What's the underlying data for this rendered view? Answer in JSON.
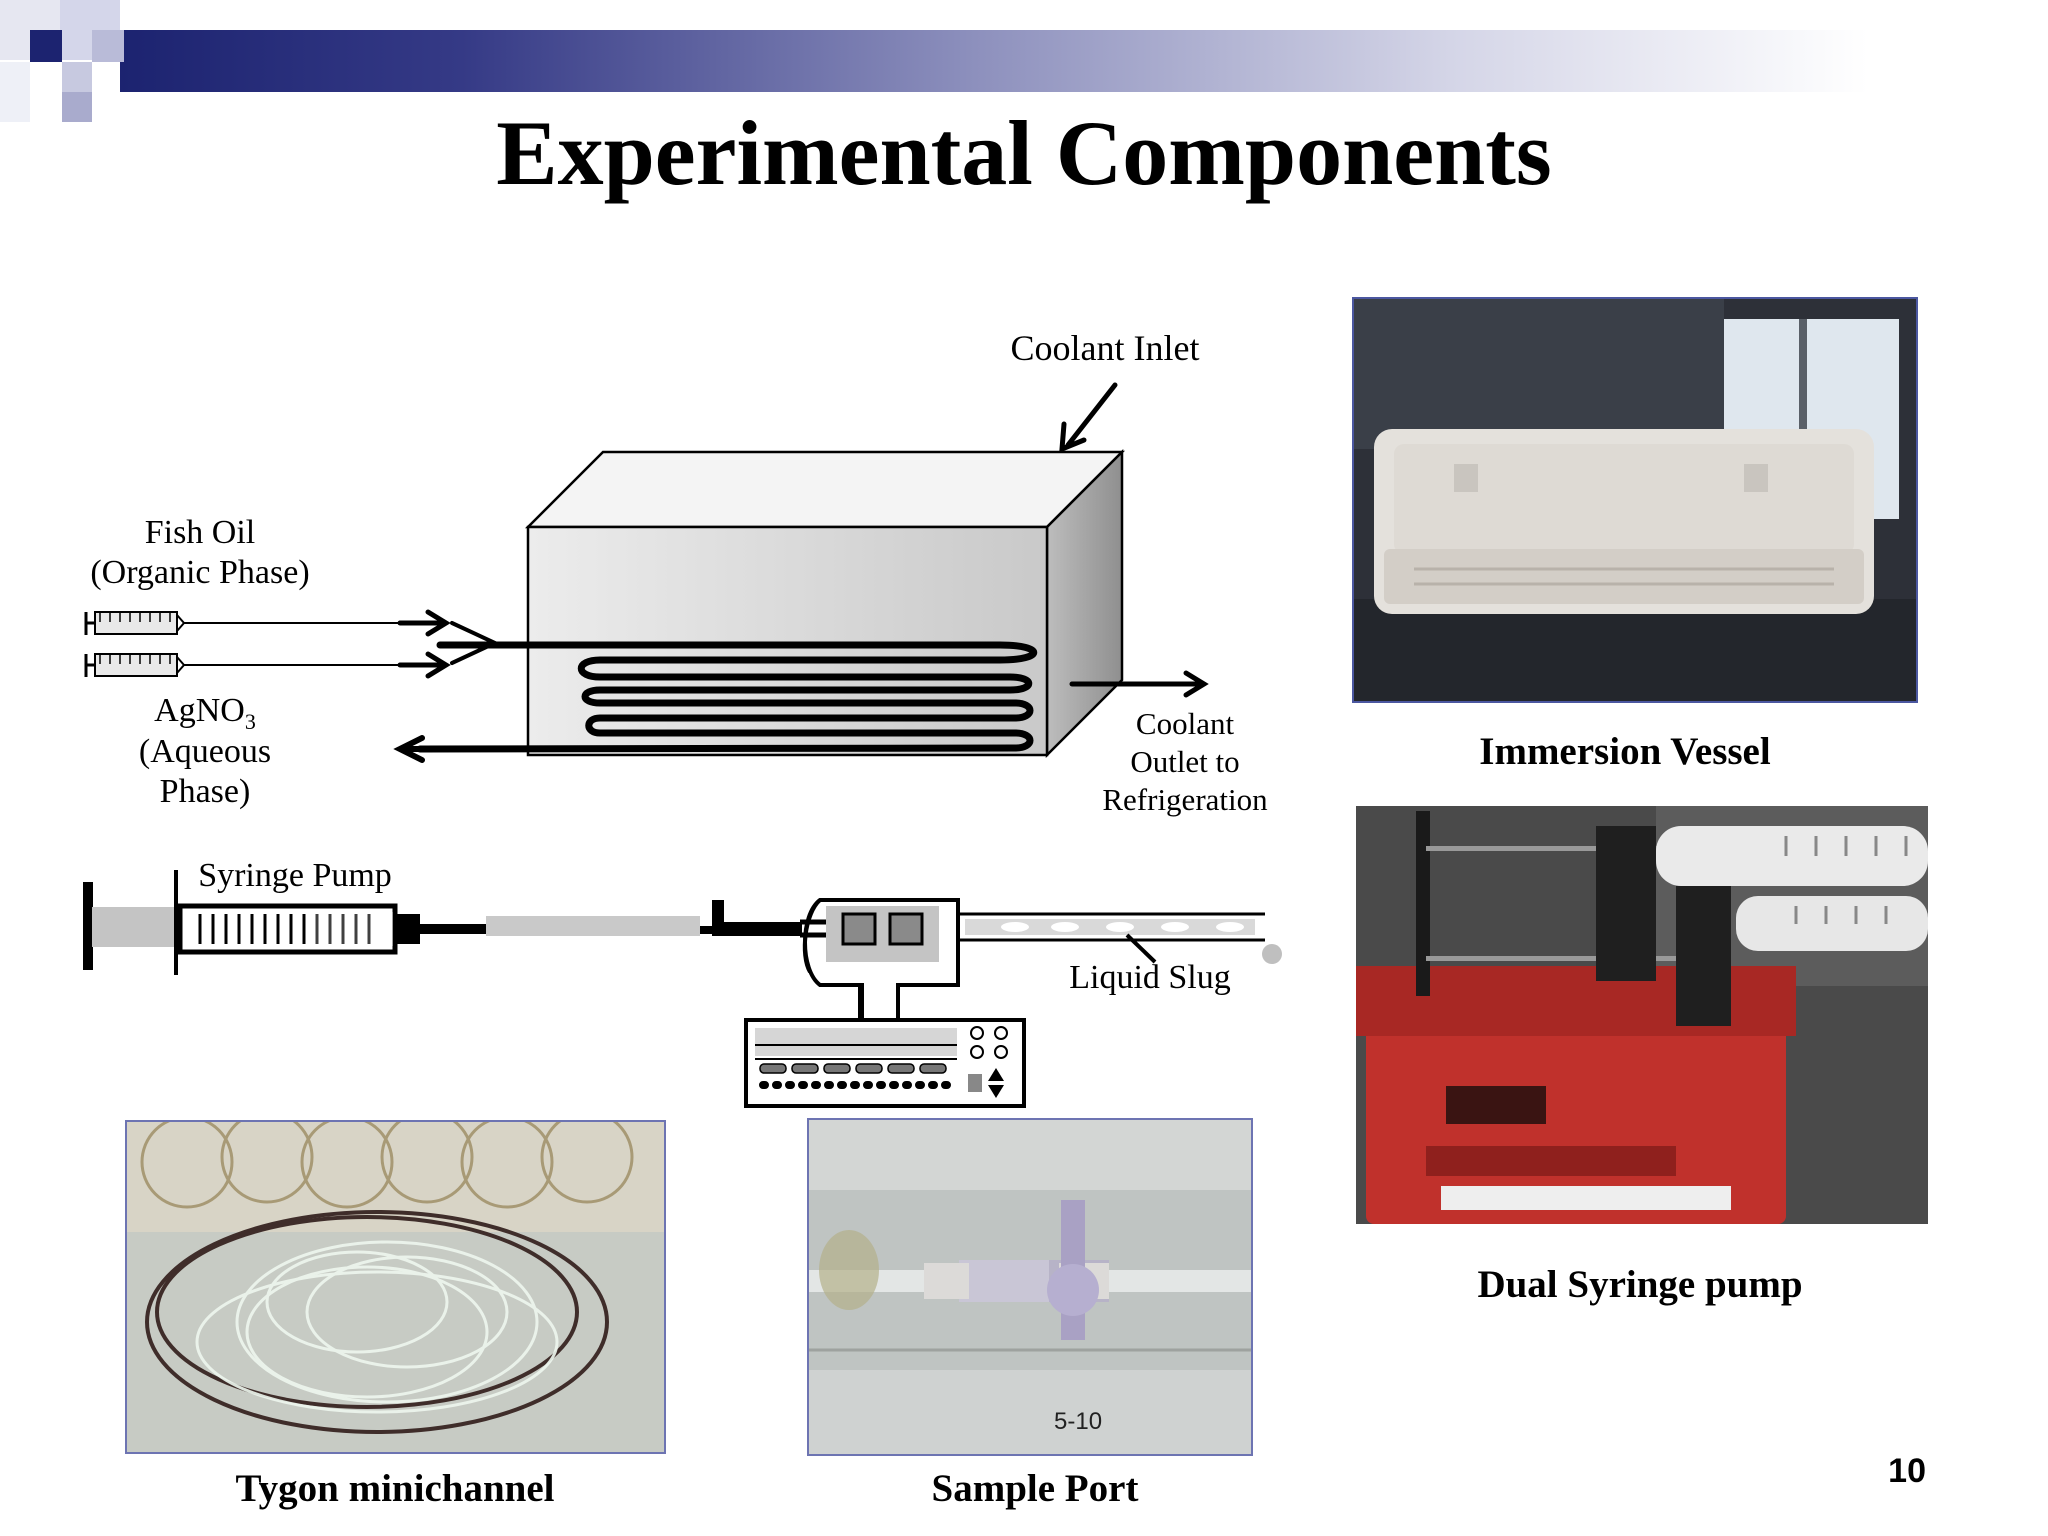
{
  "slide": {
    "title": "Experimental Components",
    "page_number": "10"
  },
  "diagram": {
    "coolant_inlet": "Coolant Inlet",
    "fish_oil_line1": "Fish Oil",
    "fish_oil_line2": "(Organic Phase)",
    "agno3_line1": "AgNO",
    "agno3_subscript": "3",
    "agno3_line2": "(Aqueous",
    "agno3_line3": "Phase)",
    "coolant_outlet_line1": "Coolant",
    "coolant_outlet_line2": "Outlet to",
    "coolant_outlet_line3": "Refrigeration",
    "syringe_pump": "Syringe Pump",
    "liquid_slug": "Liquid Slug"
  },
  "photos": {
    "immersion_vessel": "Immersion Vessel",
    "dual_syringe_pump": "Dual Syringe pump",
    "tygon_minichannel": "Tygon minichannel",
    "sample_port": "Sample Port",
    "sample_port_tag": "5-10"
  },
  "colors": {
    "title_bar_dark": "#1c2370",
    "pump_red": "#c0312c",
    "box_gray": "#d3d3d3"
  }
}
